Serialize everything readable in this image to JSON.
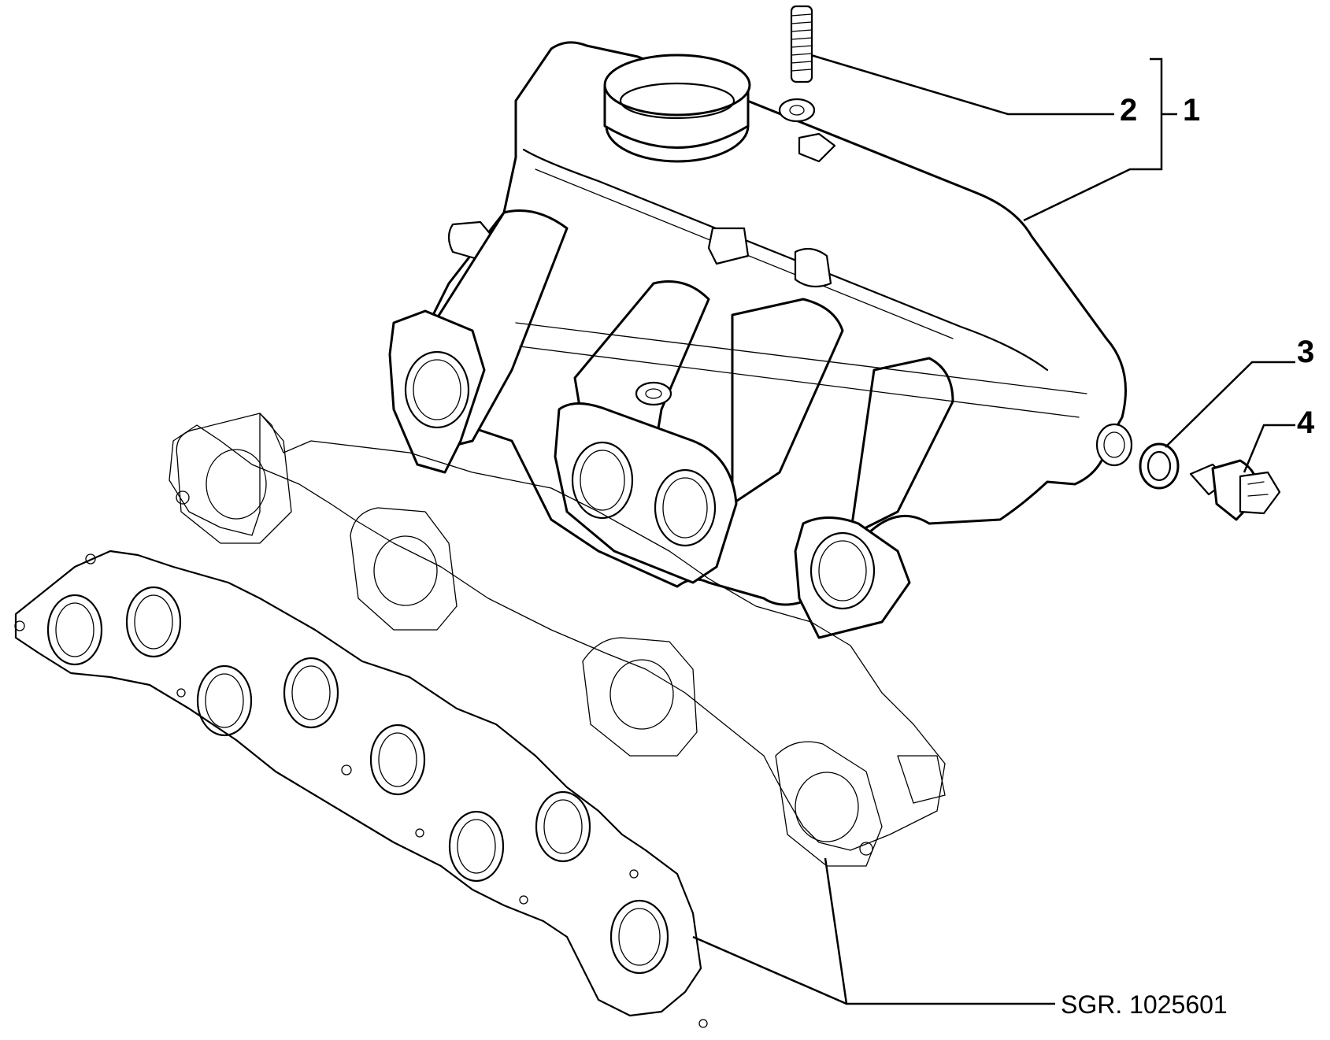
{
  "callouts": {
    "c1": "1",
    "c2": "2",
    "c3": "3",
    "c4": "4"
  },
  "reference": "SGR. 1025601"
}
